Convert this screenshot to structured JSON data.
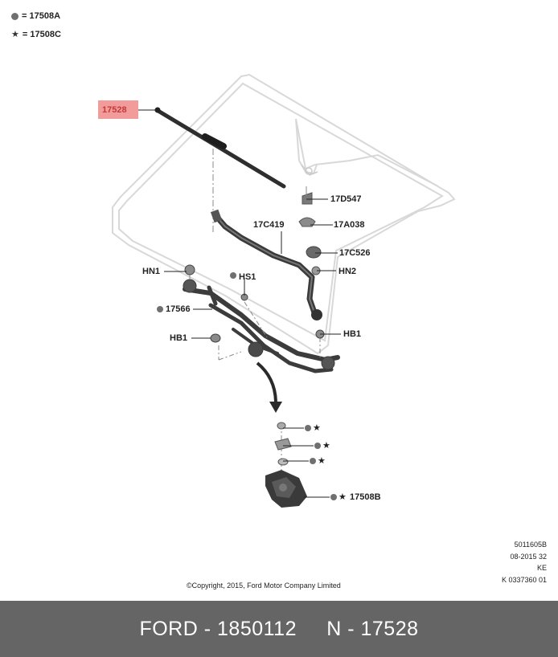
{
  "legend": {
    "dot_code": "= 17508A",
    "star_code": "= 17508C"
  },
  "callouts": {
    "blade": "17528",
    "bracket_top": "17D547",
    "washer_hose": "17C419",
    "connector": "17A038",
    "nozzle": "17C526",
    "hn1": "HN1",
    "hn2": "HN2",
    "hs1": "HS1",
    "linkage": "17566",
    "hb1_left": "HB1",
    "hb1_right": "HB1",
    "motor": "17508B"
  },
  "meta": {
    "line1": "5011605B",
    "line2": "08-2015 32",
    "line3": "KE",
    "line4": "K 0337360 01"
  },
  "copyright": "©Copyright, 2015, Ford Motor Company Limited",
  "footer": {
    "left": "FORD - 1850112",
    "right": "N - 17528"
  },
  "colors": {
    "highlight": "#f08a8a",
    "footer_bg": "#656565",
    "part_dark": "#3a3a3a"
  }
}
